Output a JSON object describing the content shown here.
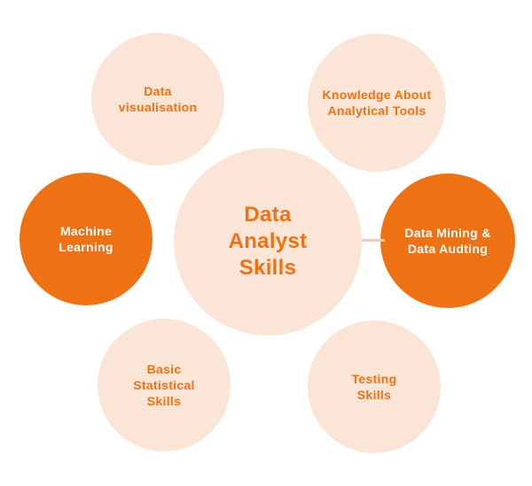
{
  "diagram": {
    "title": "Data Analyst Skills",
    "type": "hub-and-spoke",
    "colors": {
      "light_circle_fill": "#fbe5d6",
      "accent_circle_fill": "#ee7214",
      "light_circle_text": "#ee7214",
      "accent_circle_text": "#ffffff",
      "background": "#ffffff"
    },
    "center": {
      "label": "Data\nAnalyst\nSkills",
      "style": "light"
    },
    "nodes": [
      {
        "id": "data-visualisation",
        "label": "Data\nvisualisation",
        "style": "light",
        "position": "top-left"
      },
      {
        "id": "analytical-tools",
        "label": "Knowledge About\nAnalytical Tools",
        "style": "light",
        "position": "top-right"
      },
      {
        "id": "machine-learning",
        "label": "Machine\nLearning",
        "style": "accent",
        "position": "left"
      },
      {
        "id": "data-mining-audting",
        "label": "Data Mining &\nData Audting",
        "style": "accent",
        "position": "right"
      },
      {
        "id": "basic-statistical-skills",
        "label": "Basic\nStatistical\nSkills",
        "style": "light",
        "position": "bottom-left"
      },
      {
        "id": "testing-skills",
        "label": "Testing\nSkills",
        "style": "light",
        "position": "bottom-right"
      }
    ]
  }
}
